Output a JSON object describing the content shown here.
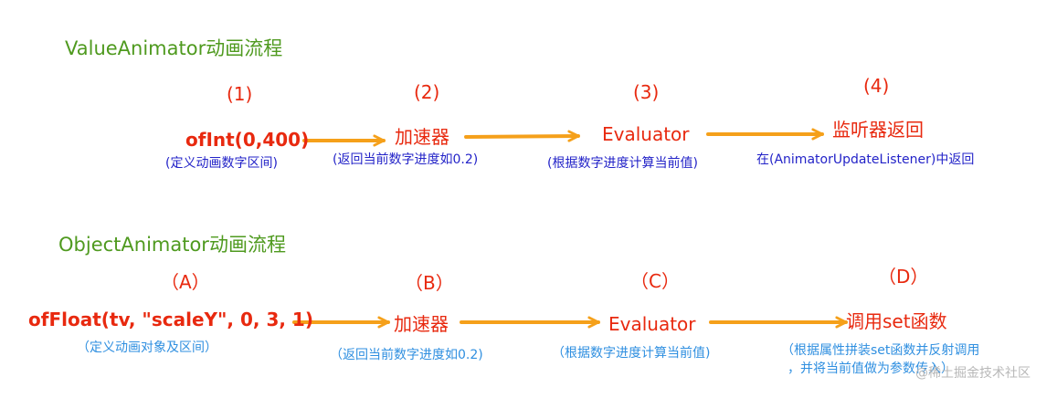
{
  "value_animator": {
    "title": "ValueAnimator动画流程",
    "steps": [
      "(1)",
      "(2)",
      "(3)",
      "(4)"
    ],
    "nodes": [
      "ofInt(0,400)",
      "加速器",
      "Evaluator",
      "监听器返回"
    ],
    "notes": [
      "(定义动画数字区间)",
      "(返回当前数字进度如0.2)",
      "(根据数字进度计算当前值)",
      "在(AnimatorUpdateListener)中返回"
    ]
  },
  "object_animator": {
    "title": "ObjectAnimator动画流程",
    "steps": [
      "（A）",
      "（B）",
      "（C）",
      "（D）"
    ],
    "nodes": [
      "ofFloat(tv, \"scaleY\", 0, 3, 1)",
      "加速器",
      "Evaluator",
      "调用set函数"
    ],
    "notes": [
      "（定义动画对象及区间）",
      "（返回当前数字进度如0.2)",
      "（根据数字进度计算当前值)",
      "（根据属性拼装set函数并反射调用",
      "，并将当前值做为参数传入）"
    ]
  },
  "watermark": "@稀土掘金技术社区",
  "colors": {
    "title": "#4f9a1f",
    "node": "#e8290f",
    "arrow": "#f5a01a",
    "note_blue": "#2323c8",
    "note_cyan": "#2f8fe0"
  }
}
